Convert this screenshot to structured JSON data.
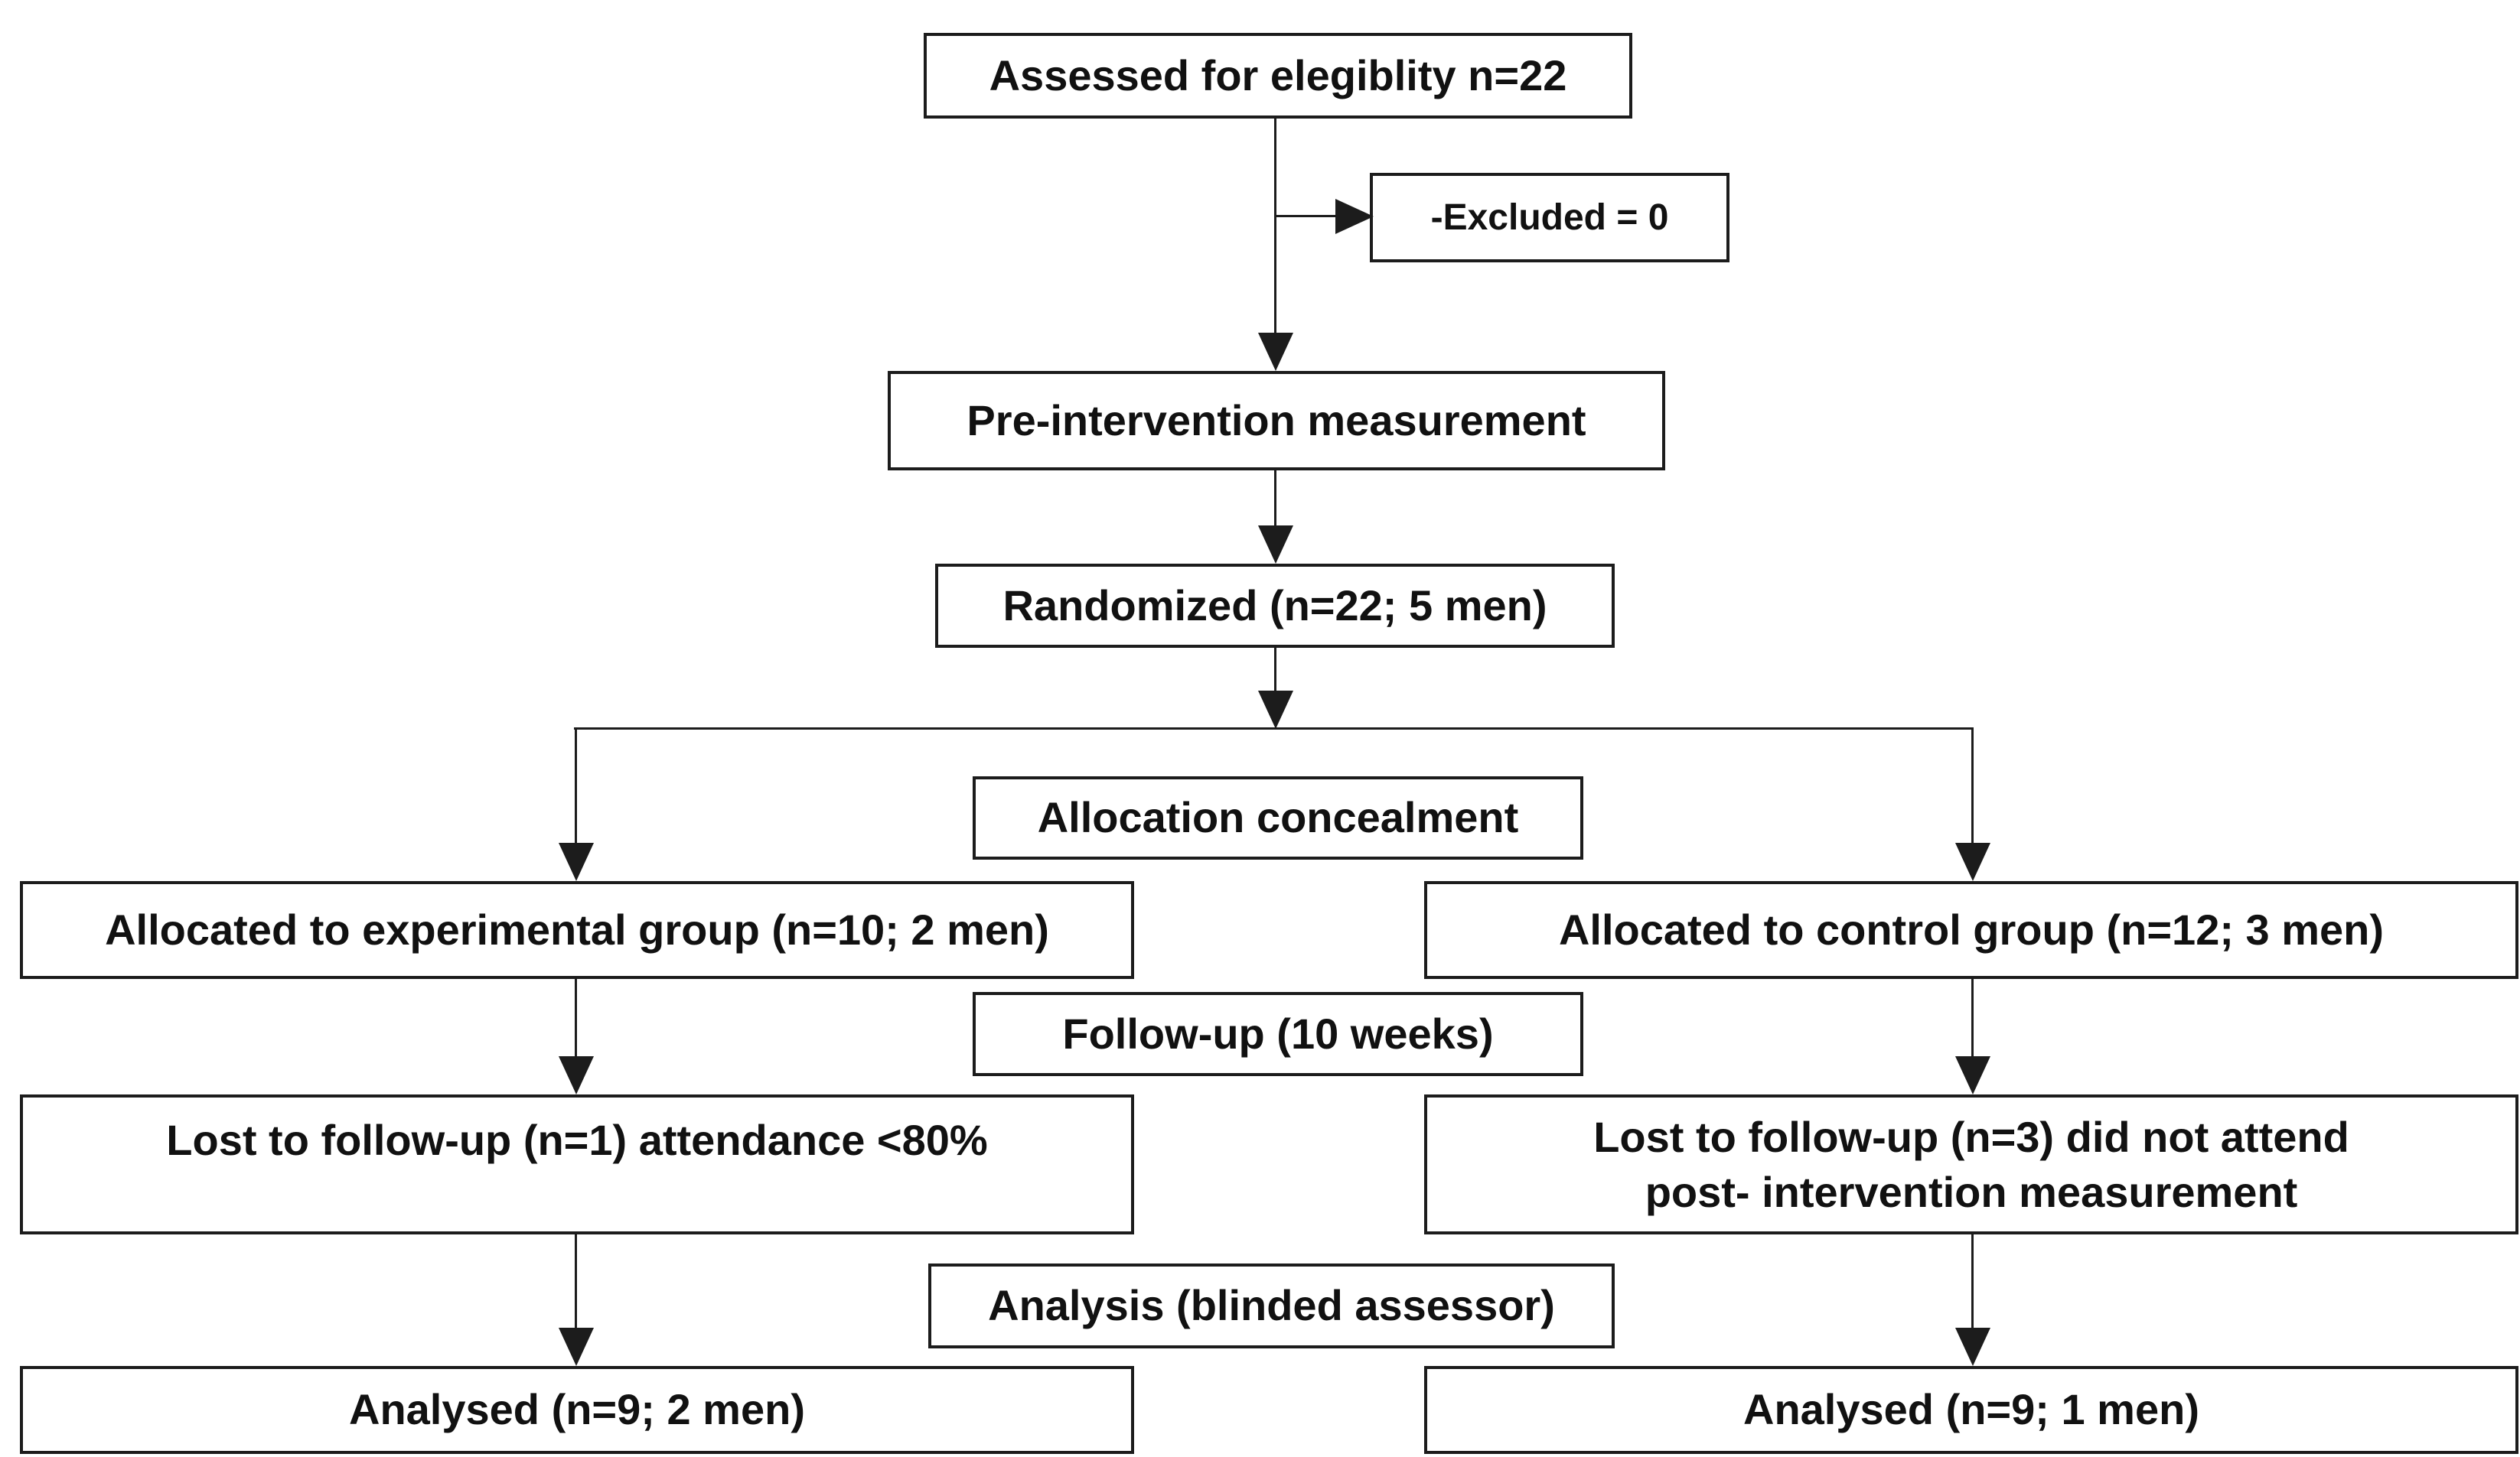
{
  "diagram": {
    "type": "flowchart",
    "description": "Participant flow diagram of a randomized controlled trial",
    "boxes": {
      "assessed": {
        "label": "Assessed for elegiblity n=22"
      },
      "excluded": {
        "label": "-Excluded = 0"
      },
      "pre_intervention": {
        "label": "Pre-intervention measurement"
      },
      "randomized": {
        "label": "Randomized (n=22; 5 men)"
      },
      "allocation_concealment": {
        "label": "Allocation concealment"
      },
      "allocated_experimental": {
        "label": "Allocated to experimental group (n=10; 2 men)"
      },
      "allocated_control": {
        "label": "Allocated to control group (n=12; 3 men)"
      },
      "follow_up": {
        "label": "Follow-up (10 weeks)"
      },
      "lost_experimental": {
        "label": "Lost to follow-up (n=1) attendance <80%"
      },
      "lost_control": {
        "lines": [
          "Lost to follow-up (n=3) did not attend",
          "post- intervention measurement"
        ]
      },
      "analysis": {
        "label": "Analysis (blinded assessor)"
      },
      "analysed_experimental": {
        "label": "Analysed (n=9; 2 men)"
      },
      "analysed_control": {
        "label": "Analysed (n=9; 1 men)"
      }
    },
    "edges": [
      {
        "from": "assessed",
        "to": "excluded"
      },
      {
        "from": "assessed",
        "to": "pre_intervention"
      },
      {
        "from": "pre_intervention",
        "to": "randomized"
      },
      {
        "from": "randomized",
        "to": "allocated_experimental"
      },
      {
        "from": "randomized",
        "to": "allocated_control"
      },
      {
        "from": "allocated_experimental",
        "to": "lost_experimental"
      },
      {
        "from": "allocated_control",
        "to": "lost_control"
      },
      {
        "from": "lost_experimental",
        "to": "analysed_experimental"
      },
      {
        "from": "lost_control",
        "to": "analysed_control"
      }
    ],
    "colors": {
      "background": "#ffffff",
      "box_fill": "#ffffff",
      "box_border": "#1c1c1c",
      "arrow": "#1c1c1c",
      "text": "#111111"
    }
  }
}
